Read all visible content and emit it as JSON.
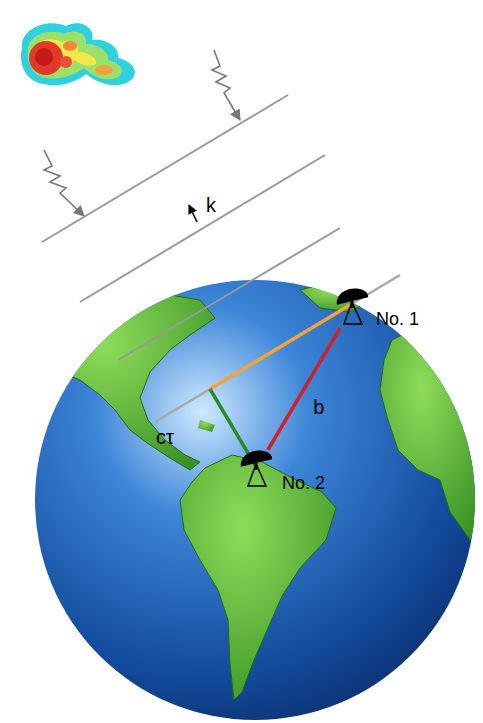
{
  "diagram": {
    "nodes": [
      {
        "text": [
          "No. 1"
        ]
      },
      {
        "text": [
          "No. 2"
        ]
      }
    ],
    "edges": [
      {
        "from": 0,
        "to": 1,
        "arrow": "none",
        "label": "b"
      }
    ],
    "labels": [
      "k",
      "cτ"
    ]
  }
}
